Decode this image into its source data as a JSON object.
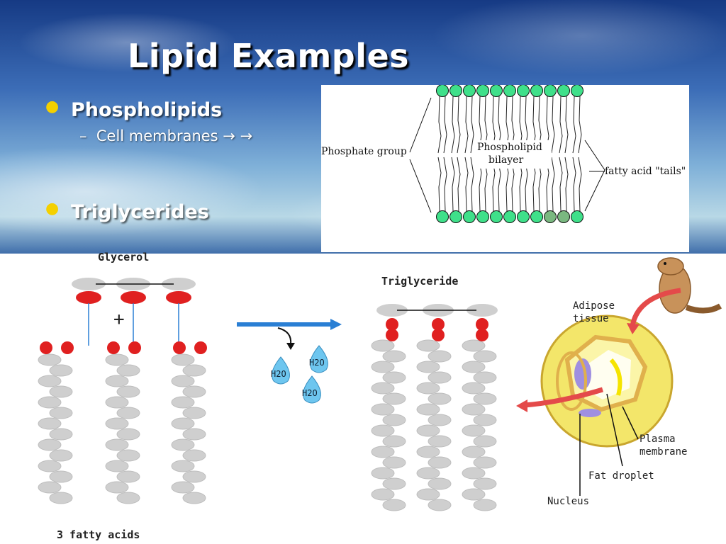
{
  "slide": {
    "title": "Lipid Examples",
    "bullets": [
      {
        "label": "Phospholipids",
        "sub": "Cell membranes → →"
      },
      {
        "label": "Triglycerides"
      }
    ]
  },
  "bilayer_figure": {
    "phosphate_label": "Phosphate group",
    "bilayer_label_1": "Phospholipid",
    "bilayer_label_2": "bilayer",
    "tails_label": "fatty acid \"tails\""
  },
  "glycerol_figure": {
    "title": "Glycerol",
    "plus": "+",
    "fatty_acids_label": "3 fatty acids",
    "water": [
      "H2O",
      "H2O",
      "H2O"
    ]
  },
  "triglyceride_figure": {
    "title": "Triglyceride"
  },
  "adipose_figure": {
    "adipose_label_1": "Adipose",
    "adipose_label_2": "tissue",
    "plasma_label_1": "Plasma",
    "plasma_label_2": "membrane",
    "fat_label": "Fat droplet",
    "nucleus_label": "Nucleus"
  },
  "colors": {
    "bullet": "#f4d000",
    "head_green": "#3fe08a",
    "oxygen_red": "#e02020",
    "arrow_blue": "#2a7fd4",
    "water_blue": "#6ec6ef"
  }
}
